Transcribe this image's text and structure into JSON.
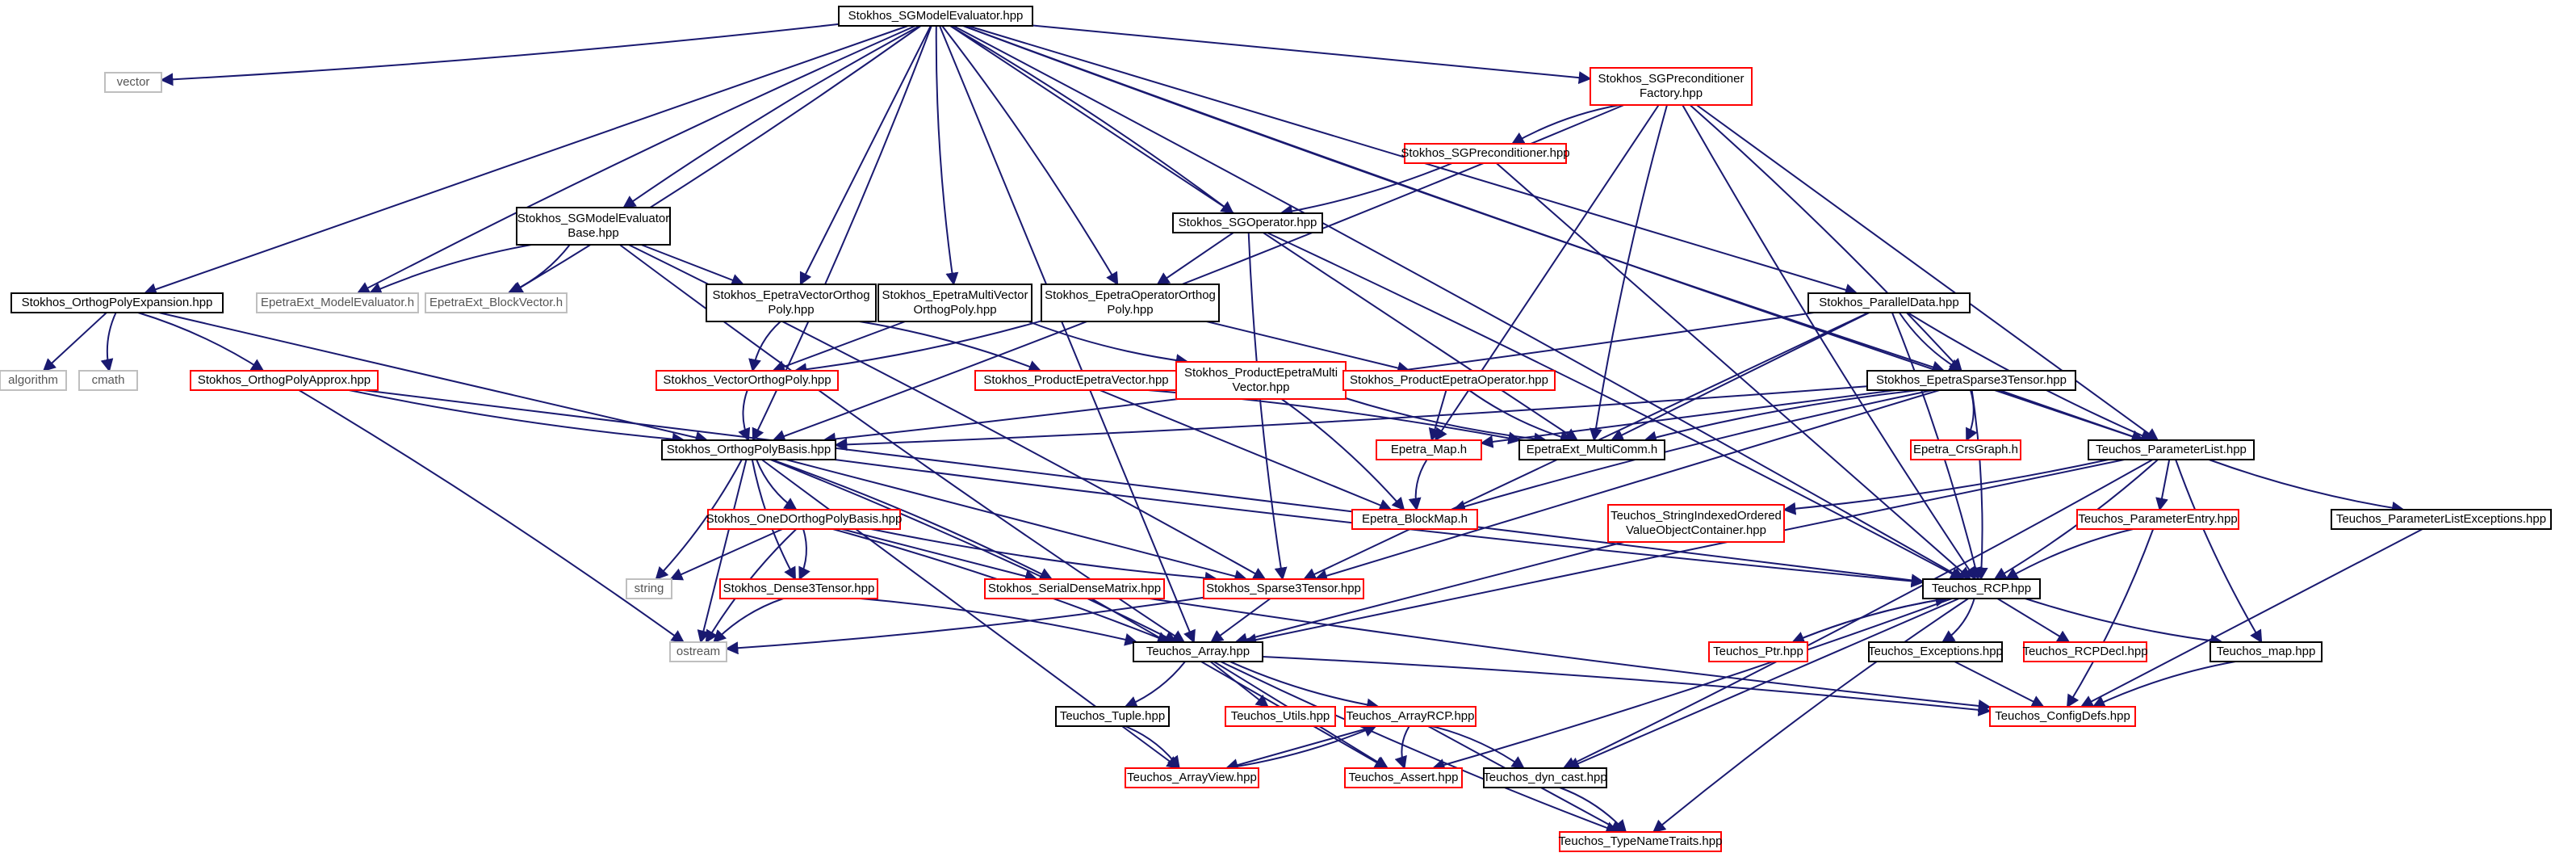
{
  "colors": {
    "edge": "#191970",
    "border_normal": "#000000",
    "border_highlight": "#bfbfbf",
    "border_truncated": "#ff0000",
    "root_fill": "#bfbfbf"
  },
  "nodes": {
    "root": {
      "lines": [
        "Stokhos_SGModelEvaluator.hpp"
      ],
      "kind": "root"
    },
    "vector": {
      "lines": [
        "vector"
      ],
      "kind": "system"
    },
    "sgprec_factory": {
      "lines": [
        "Stokhos_SGPreconditioner",
        "Factory.hpp"
      ],
      "kind": "truncated"
    },
    "sgprec": {
      "lines": [
        "Stokhos_SGPreconditioner.hpp"
      ],
      "kind": "truncated"
    },
    "sgmodel_base": {
      "lines": [
        "Stokhos_SGModelEvaluator",
        "Base.hpp"
      ],
      "kind": "normal"
    },
    "sgoperator": {
      "lines": [
        "Stokhos_SGOperator.hpp"
      ],
      "kind": "normal"
    },
    "orthopoly_exp": {
      "lines": [
        "Stokhos_OrthogPolyExpansion.hpp"
      ],
      "kind": "normal"
    },
    "epetraext_me": {
      "lines": [
        "EpetraExt_ModelEvaluator.h"
      ],
      "kind": "system"
    },
    "epetraext_bv": {
      "lines": [
        "EpetraExt_BlockVector.h"
      ],
      "kind": "system"
    },
    "ev_orthog": {
      "lines": [
        "Stokhos_EpetraVectorOrthog",
        "Poly.hpp"
      ],
      "kind": "normal"
    },
    "emv_orthog": {
      "lines": [
        "Stokhos_EpetraMultiVector",
        "OrthogPoly.hpp"
      ],
      "kind": "normal"
    },
    "eop_orthog": {
      "lines": [
        "Stokhos_EpetraOperatorOrthog",
        "Poly.hpp"
      ],
      "kind": "normal"
    },
    "parallel": {
      "lines": [
        "Stokhos_ParallelData.hpp"
      ],
      "kind": "normal"
    },
    "algorithm": {
      "lines": [
        "algorithm"
      ],
      "kind": "system"
    },
    "cmath": {
      "lines": [
        "cmath"
      ],
      "kind": "system"
    },
    "orthopoly_approx": {
      "lines": [
        "Stokhos_OrthogPolyApprox.hpp"
      ],
      "kind": "truncated"
    },
    "vec_orthog": {
      "lines": [
        "Stokhos_VectorOrthogPoly.hpp"
      ],
      "kind": "truncated"
    },
    "prod_ev": {
      "lines": [
        "Stokhos_ProductEpetraVector.hpp"
      ],
      "kind": "truncated"
    },
    "prod_emv": {
      "lines": [
        "Stokhos_ProductEpetraMulti",
        "Vector.hpp"
      ],
      "kind": "truncated"
    },
    "prod_eop": {
      "lines": [
        "Stokhos_ProductEpetraOperator.hpp"
      ],
      "kind": "truncated"
    },
    "esparse3": {
      "lines": [
        "Stokhos_EpetraSparse3Tensor.hpp"
      ],
      "kind": "normal"
    },
    "opbasis": {
      "lines": [
        "Stokhos_OrthogPolyBasis.hpp"
      ],
      "kind": "normal"
    },
    "epetra_map": {
      "lines": [
        "Epetra_Map.h"
      ],
      "kind": "truncated"
    },
    "multicomm": {
      "lines": [
        "EpetraExt_MultiComm.h"
      ],
      "kind": "normal"
    },
    "crsgraph": {
      "lines": [
        "Epetra_CrsGraph.h"
      ],
      "kind": "truncated"
    },
    "paramlist": {
      "lines": [
        "Teuchos_ParameterList.hpp"
      ],
      "kind": "normal"
    },
    "blockmap": {
      "lines": [
        "Epetra_BlockMap.h"
      ],
      "kind": "truncated"
    },
    "oned_basis": {
      "lines": [
        "Stokhos_OneDOrthogPolyBasis.hpp"
      ],
      "kind": "truncated"
    },
    "strindexed": {
      "lines": [
        "Teuchos_StringIndexedOrdered",
        "ValueObjectContainer.hpp"
      ],
      "kind": "truncated"
    },
    "param_entry": {
      "lines": [
        "Teuchos_ParameterEntry.hpp"
      ],
      "kind": "truncated"
    },
    "param_exc": {
      "lines": [
        "Teuchos_ParameterListExceptions.hpp"
      ],
      "kind": "normal"
    },
    "string": {
      "lines": [
        "string"
      ],
      "kind": "system"
    },
    "dense3": {
      "lines": [
        "Stokhos_Dense3Tensor.hpp"
      ],
      "kind": "truncated"
    },
    "serialdense": {
      "lines": [
        "Stokhos_SerialDenseMatrix.hpp"
      ],
      "kind": "truncated"
    },
    "sparse3": {
      "lines": [
        "Stokhos_Sparse3Tensor.hpp"
      ],
      "kind": "truncated"
    },
    "rcp": {
      "lines": [
        "Teuchos_RCP.hpp"
      ],
      "kind": "normal"
    },
    "ostream": {
      "lines": [
        "ostream"
      ],
      "kind": "system"
    },
    "tarray": {
      "lines": [
        "Teuchos_Array.hpp"
      ],
      "kind": "normal"
    },
    "ptr": {
      "lines": [
        "Teuchos_Ptr.hpp"
      ],
      "kind": "truncated"
    },
    "exceptions": {
      "lines": [
        "Teuchos_Exceptions.hpp"
      ],
      "kind": "normal"
    },
    "rcpdecl": {
      "lines": [
        "Teuchos_RCPDecl.hpp"
      ],
      "kind": "truncated"
    },
    "tmap": {
      "lines": [
        "Teuchos_map.hpp"
      ],
      "kind": "normal"
    },
    "tuple": {
      "lines": [
        "Teuchos_Tuple.hpp"
      ],
      "kind": "normal"
    },
    "utils": {
      "lines": [
        "Teuchos_Utils.hpp"
      ],
      "kind": "truncated"
    },
    "arrayrcp": {
      "lines": [
        "Teuchos_ArrayRCP.hpp"
      ],
      "kind": "truncated"
    },
    "configdefs": {
      "lines": [
        "Teuchos_ConfigDefs.hpp"
      ],
      "kind": "truncated"
    },
    "arrayview": {
      "lines": [
        "Teuchos_ArrayView.hpp"
      ],
      "kind": "truncated"
    },
    "assert": {
      "lines": [
        "Teuchos_Assert.hpp"
      ],
      "kind": "truncated"
    },
    "dyncast": {
      "lines": [
        "Teuchos_dyn_cast.hpp"
      ],
      "kind": "normal"
    },
    "typename": {
      "lines": [
        "Teuchos_TypeNameTraits.hpp"
      ],
      "kind": "truncated"
    }
  },
  "edges": [
    [
      "root",
      "vector"
    ],
    [
      "root",
      "sgprec_factory"
    ],
    [
      "root",
      "sgmodel_base"
    ],
    [
      "root",
      "sgoperator"
    ],
    [
      "root",
      "orthopoly_exp"
    ],
    [
      "root",
      "epetraext_me"
    ],
    [
      "root",
      "epetraext_bv"
    ],
    [
      "root",
      "ev_orthog"
    ],
    [
      "root",
      "emv_orthog"
    ],
    [
      "root",
      "eop_orthog"
    ],
    [
      "root",
      "parallel"
    ],
    [
      "root",
      "esparse3"
    ],
    [
      "root",
      "opbasis"
    ],
    [
      "root",
      "multicomm"
    ],
    [
      "root",
      "paramlist"
    ],
    [
      "root",
      "rcp"
    ],
    [
      "root",
      "tarray"
    ],
    [
      "sgprec_factory",
      "sgprec"
    ],
    [
      "sgprec_factory",
      "opbasis"
    ],
    [
      "sgprec_factory",
      "epetra_map"
    ],
    [
      "sgprec_factory",
      "multicomm"
    ],
    [
      "sgprec_factory",
      "esparse3"
    ],
    [
      "sgprec_factory",
      "paramlist"
    ],
    [
      "sgprec_factory",
      "rcp"
    ],
    [
      "sgprec",
      "sgoperator"
    ],
    [
      "sgprec",
      "rcp"
    ],
    [
      "sgmodel_base",
      "epetraext_me"
    ],
    [
      "sgmodel_base",
      "epetraext_bv"
    ],
    [
      "sgmodel_base",
      "ev_orthog"
    ],
    [
      "sgmodel_base",
      "tarray"
    ],
    [
      "sgmodel_base",
      "sparse3"
    ],
    [
      "sgoperator",
      "eop_orthog"
    ],
    [
      "sgoperator",
      "sparse3"
    ],
    [
      "sgoperator",
      "rcp"
    ],
    [
      "orthopoly_exp",
      "algorithm"
    ],
    [
      "orthopoly_exp",
      "cmath"
    ],
    [
      "orthopoly_exp",
      "orthopoly_approx"
    ],
    [
      "orthopoly_exp",
      "opbasis"
    ],
    [
      "ev_orthog",
      "vec_orthog"
    ],
    [
      "ev_orthog",
      "prod_ev"
    ],
    [
      "emv_orthog",
      "vec_orthog"
    ],
    [
      "emv_orthog",
      "prod_emv"
    ],
    [
      "eop_orthog",
      "vec_orthog"
    ],
    [
      "eop_orthog",
      "prod_eop"
    ],
    [
      "parallel",
      "esparse3"
    ],
    [
      "parallel",
      "opbasis"
    ],
    [
      "parallel",
      "multicomm"
    ],
    [
      "parallel",
      "paramlist"
    ],
    [
      "parallel",
      "rcp"
    ],
    [
      "parallel",
      "sparse3"
    ],
    [
      "orthopoly_approx",
      "opbasis"
    ],
    [
      "orthopoly_approx",
      "ostream"
    ],
    [
      "orthopoly_approx",
      "rcp"
    ],
    [
      "vec_orthog",
      "opbasis"
    ],
    [
      "prod_ev",
      "multicomm"
    ],
    [
      "prod_ev",
      "blockmap"
    ],
    [
      "prod_emv",
      "multicomm"
    ],
    [
      "prod_emv",
      "blockmap"
    ],
    [
      "prod_eop",
      "epetra_map"
    ],
    [
      "prod_eop",
      "multicomm"
    ],
    [
      "esparse3",
      "opbasis"
    ],
    [
      "esparse3",
      "epetra_map"
    ],
    [
      "esparse3",
      "multicomm"
    ],
    [
      "esparse3",
      "crsgraph"
    ],
    [
      "esparse3",
      "paramlist"
    ],
    [
      "esparse3",
      "blockmap"
    ],
    [
      "esparse3",
      "rcp"
    ],
    [
      "esparse3",
      "sparse3"
    ],
    [
      "opbasis",
      "oned_basis"
    ],
    [
      "opbasis",
      "string"
    ],
    [
      "opbasis",
      "ostream"
    ],
    [
      "opbasis",
      "dense3"
    ],
    [
      "opbasis",
      "serialdense"
    ],
    [
      "opbasis",
      "sparse3"
    ],
    [
      "opbasis",
      "rcp"
    ],
    [
      "opbasis",
      "tarray"
    ],
    [
      "opbasis",
      "arrayview"
    ],
    [
      "epetra_map",
      "blockmap"
    ],
    [
      "paramlist",
      "strindexed"
    ],
    [
      "paramlist",
      "param_entry"
    ],
    [
      "paramlist",
      "param_exc"
    ],
    [
      "paramlist",
      "rcp"
    ],
    [
      "paramlist",
      "tarray"
    ],
    [
      "paramlist",
      "tmap"
    ],
    [
      "paramlist",
      "dyncast"
    ],
    [
      "oned_basis",
      "string"
    ],
    [
      "oned_basis",
      "ostream"
    ],
    [
      "oned_basis",
      "dense3"
    ],
    [
      "oned_basis",
      "serialdense"
    ],
    [
      "oned_basis",
      "sparse3"
    ],
    [
      "oned_basis",
      "tarray"
    ],
    [
      "strindexed",
      "tarray"
    ],
    [
      "param_entry",
      "rcp"
    ],
    [
      "param_entry",
      "configdefs"
    ],
    [
      "param_exc",
      "configdefs"
    ],
    [
      "dense3",
      "ostream"
    ],
    [
      "dense3",
      "tarray"
    ],
    [
      "serialdense",
      "assert"
    ],
    [
      "serialdense",
      "configdefs"
    ],
    [
      "sparse3",
      "ostream"
    ],
    [
      "sparse3",
      "tarray"
    ],
    [
      "rcp",
      "ptr"
    ],
    [
      "rcp",
      "exceptions"
    ],
    [
      "rcp",
      "rcpdecl"
    ],
    [
      "rcp",
      "tmap"
    ],
    [
      "rcp",
      "assert"
    ],
    [
      "rcp",
      "dyncast"
    ],
    [
      "rcp",
      "typename"
    ],
    [
      "ptr",
      "rcp"
    ],
    [
      "exceptions",
      "configdefs"
    ],
    [
      "tmap",
      "configdefs"
    ],
    [
      "tarray",
      "tuple"
    ],
    [
      "tarray",
      "utils"
    ],
    [
      "tarray",
      "arrayrcp"
    ],
    [
      "tarray",
      "configdefs"
    ],
    [
      "tarray",
      "assert"
    ],
    [
      "tarray",
      "typename"
    ],
    [
      "tuple",
      "arrayview"
    ],
    [
      "arrayrcp",
      "arrayview"
    ],
    [
      "arrayrcp",
      "assert"
    ],
    [
      "arrayrcp",
      "dyncast"
    ],
    [
      "arrayrcp",
      "typename"
    ],
    [
      "arrayview",
      "arrayrcp"
    ],
    [
      "dyncast",
      "typename"
    ]
  ]
}
